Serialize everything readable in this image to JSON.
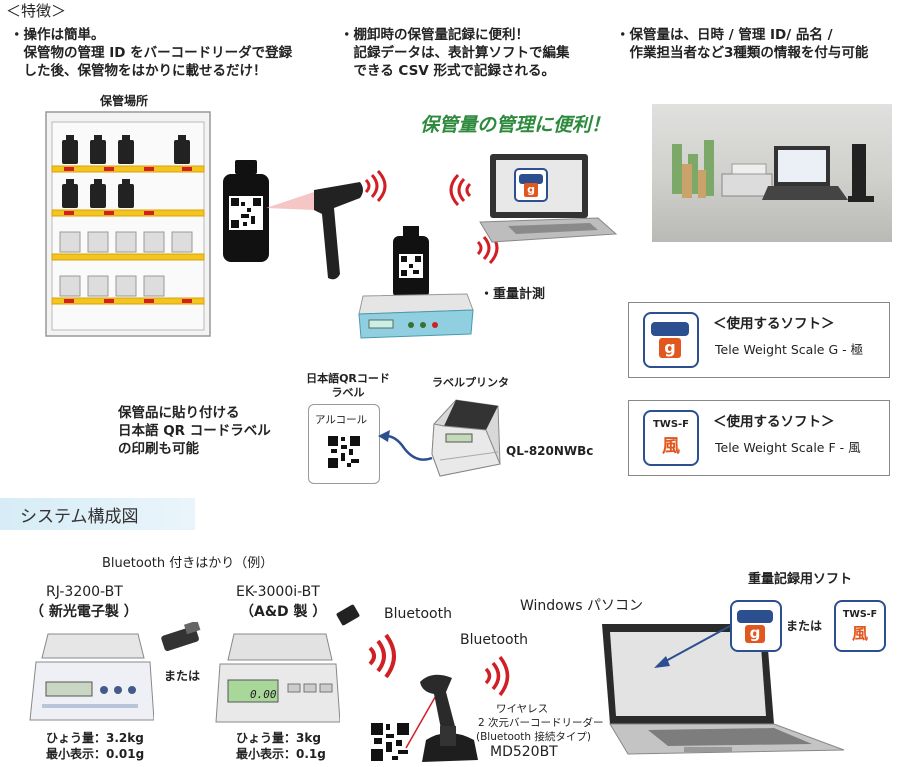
{
  "features": {
    "heading": "＜特徴＞",
    "col1": [
      "・操作は簡単。",
      "　保管物の管理 ID をバーコードリーダで登録",
      "　した後、保管物をはかりに載せるだけ！"
    ],
    "col2": [
      "・棚卸時の保管量記録に便利！",
      "　記録データは、表計算ソフトで編集",
      "　できる CSV 形式で記録される。"
    ],
    "col3": [
      "・保管量は、日時 / 管理 ID/ 品名 /",
      "　作業担当者など3種類の情報を付与可能"
    ]
  },
  "storage_label": "保管場所",
  "slogan": "保管量の管理に便利！",
  "weighing_label": "・重量計測",
  "software": {
    "g": {
      "heading": "＜使用するソフト＞",
      "name": "Tele Weight Scale G - 極",
      "icon_text": "g"
    },
    "f": {
      "heading": "＜使用するソフト＞",
      "name": "Tele Weight Scale  F - 風",
      "icon_top": "TWS-F",
      "icon_kanji": "風"
    }
  },
  "qr_label_caption": [
    "日本語QRコード",
    "ラベル"
  ],
  "printer_caption": "ラベルプリンタ",
  "alcohol_label": "アルコール",
  "printer_model": "QL-820NWBc",
  "label_note": [
    "保管品に貼り付ける",
    "日本語 QR コードラベル",
    "の印刷も可能"
  ],
  "system_title": "システム構成図",
  "bt_scale_caption": "Bluetooth 付きはかり（例）",
  "scale1": {
    "model": "RJ-3200-BT",
    "maker": "（ 新光電子製 ）",
    "capacity": "ひょう量：3.2kg",
    "min": "最小表示：0.01g"
  },
  "or_text": "または",
  "scale2": {
    "model": "EK-3000i-BT",
    "maker": "（A&D 製 ）",
    "capacity": "ひょう量：3kg",
    "min": "最小表示：0.1g"
  },
  "bluetooth1": "Bluetooth",
  "bluetooth2": "Bluetooth",
  "windows_label": "Windows パソコン",
  "reader": {
    "line1": "ワイヤレス",
    "line2": "2 次元バーコードリーダー",
    "line3": "(Bluetooth 接続タイプ)",
    "model": "MD520BT"
  },
  "record_soft_label": "重量記録用ソフト",
  "or_text2": "または",
  "scale_display": "0.00",
  "colors": {
    "slogan": "#2e8b3e",
    "wifi": "#d11f25",
    "icon_blue": "#2c4f8f",
    "icon_orange": "#e2571e",
    "band": "#d6ecf6"
  }
}
